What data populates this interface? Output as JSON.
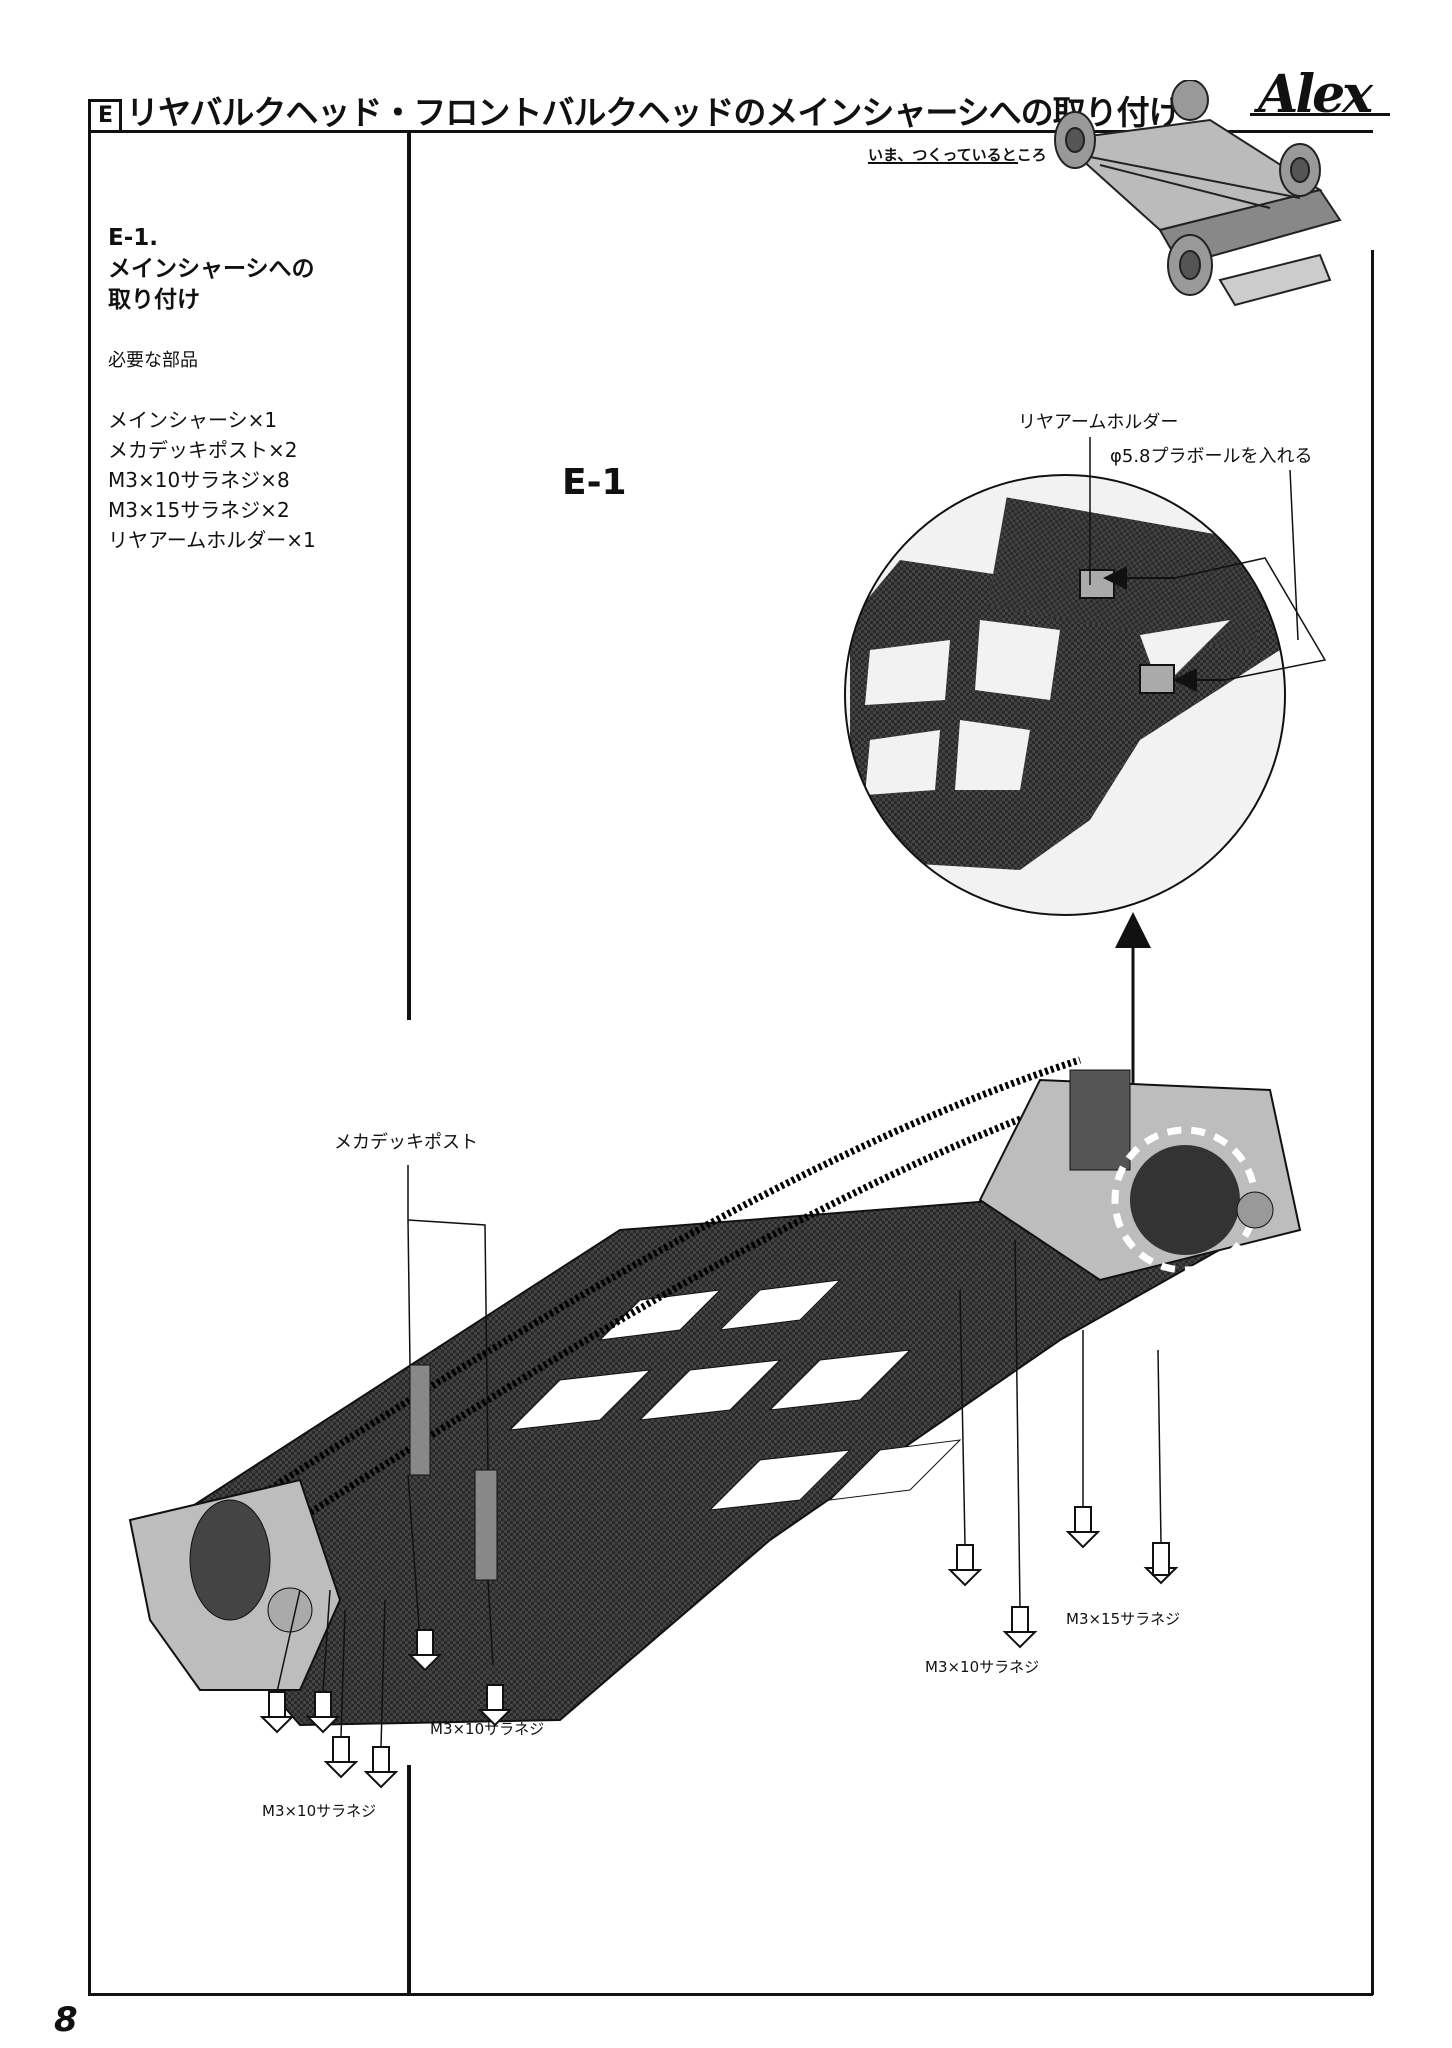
{
  "header": {
    "section_letter": "E",
    "title": "リヤバルクヘッド・フロントバルクヘッドのメインシャーシへの取り付け",
    "brand": "Alex",
    "progress_label": "いま、つくっているところ"
  },
  "step": {
    "title_lines": [
      "E-1.",
      "メインシャーシへの",
      "取り付け"
    ],
    "parts_heading": "必要な部品",
    "parts": [
      "メインシャーシ×1",
      "メカデッキポスト×2",
      "M3×10サラネジ×8",
      "M3×15サラネジ×2",
      "リヤアームホルダー×1"
    ]
  },
  "diagram": {
    "label": "E-1",
    "rear_arm_holder": "リヤアームホルダー",
    "ball_note": "φ5.8プラボールを入れる",
    "mech_deck_post": "メカデッキポスト",
    "screw_m3x10_right": "M3×10サラネジ",
    "screw_m3x15": "M3×15サラネジ",
    "screw_m3x10_center": "M3×10サラネジ",
    "screw_m3x10_left": "M3×10サラネジ"
  },
  "page_number": "8"
}
